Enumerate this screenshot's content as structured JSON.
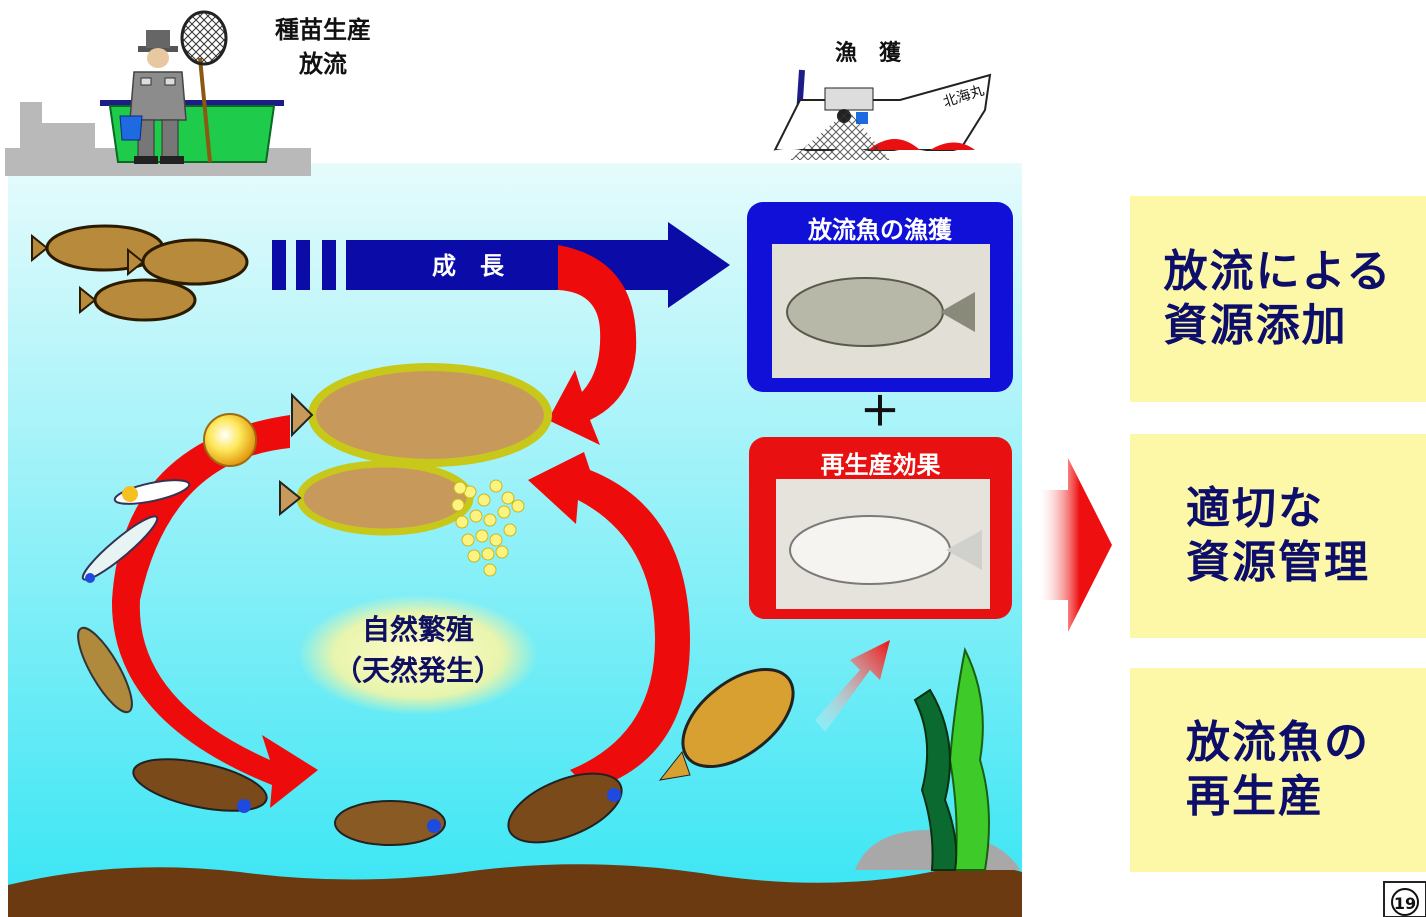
{
  "labels": {
    "seed_release": "種苗生産\n放流",
    "fishing": "漁　獲",
    "boat_name": "北海丸",
    "growth": "成　長",
    "natural_reproduction": "自然繁殖\n（天然発生）",
    "plus": "＋"
  },
  "panels": {
    "released_catch": "放流魚の漁獲",
    "reproduction_effect": "再生産効果"
  },
  "side_boxes": [
    {
      "text": "放流による\n資源添加"
    },
    {
      "text": "適切な\n資源管理"
    },
    {
      "text": "放流魚の\n再生産"
    }
  ],
  "page_number": "19",
  "colors": {
    "sea_top": "#e6fbfc",
    "sea_bottom": "#3ee6f4",
    "seabed": "#6b3a10",
    "growth_arrow": "#0b0ba8",
    "cycle_arrow": "#ee0b0b",
    "panel_blue": "#1010d8",
    "panel_red": "#e81010",
    "side_box": "#fcf8a8",
    "tank": "#1fcb4a",
    "flatfish": "#b88a3c"
  }
}
